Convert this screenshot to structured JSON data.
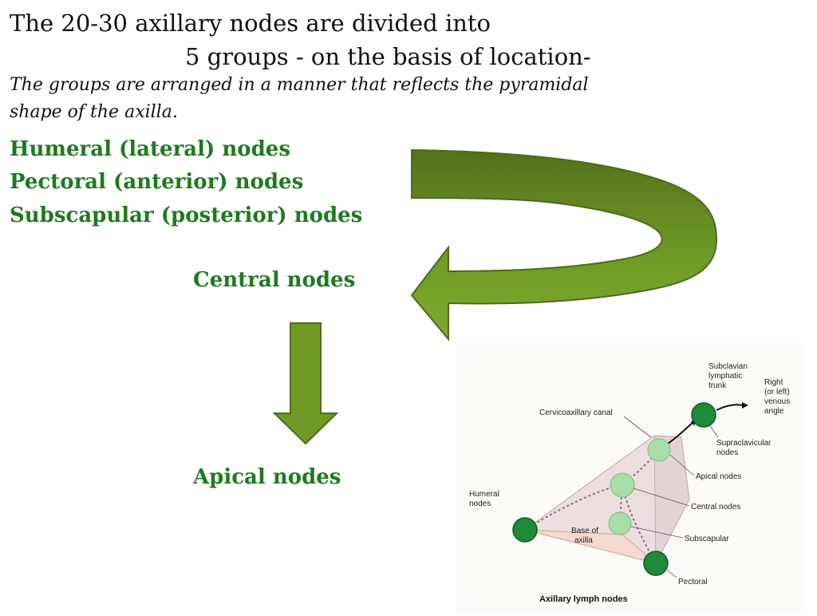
{
  "heading": {
    "line1": "The 20-30 axillary nodes are divided into",
    "line2": "5 groups - on the basis of location-",
    "italic_line1": "The groups are arranged in a manner that reflects the pyramidal",
    "italic_line2": "shape of the axilla."
  },
  "groups": {
    "humeral": "Humeral (lateral) nodes",
    "pectoral": "Pectoral (anterior) nodes",
    "subscapular": "Subscapular (posterior) nodes",
    "central": "Central nodes",
    "apical": "Apical nodes"
  },
  "diagram": {
    "labels": {
      "subclavian": [
        "Subclavian",
        "lymphatic",
        "trunk"
      ],
      "venous": [
        "Right",
        "(or left)",
        "venous",
        "angle"
      ],
      "cervicoaxillary": "Cervicoaxillary canal",
      "supraclavicular": [
        "Supraclavicular",
        "nodes"
      ],
      "apical": "Apical nodes",
      "central": "Central nodes",
      "subscapular": "Subscapular",
      "humeral": [
        "Humeral",
        "nodes"
      ],
      "base": [
        "Base of",
        "axilla"
      ],
      "pectoral": "Pectoral"
    },
    "caption": "Axillary lymph nodes"
  },
  "colors": {
    "title_text": "#111111",
    "group_text": "#1e7a1e",
    "arrow_green": "#6e9a22",
    "arrow_dark": "#4f6e1a",
    "node_dark": "#1f8a3a",
    "node_light": "#a8dca8"
  }
}
